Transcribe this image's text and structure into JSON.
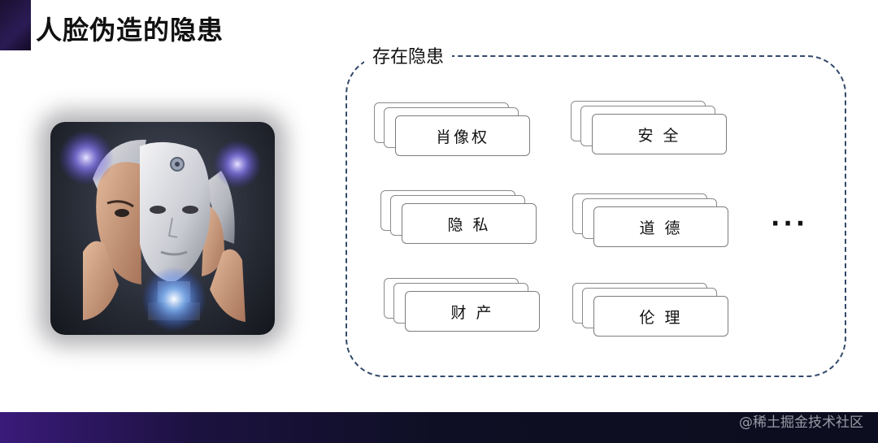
{
  "title": "人脸伪造的隐患",
  "frame_label": "存在隐患",
  "cards": [
    {
      "label": "肖像权"
    },
    {
      "label": "安 全"
    },
    {
      "label": "隐 私"
    },
    {
      "label": "道 德"
    },
    {
      "label": "财 产"
    },
    {
      "label": "伦 理"
    }
  ],
  "ellipsis": "···",
  "watermark": "@稀土掘金技术社区",
  "colors": {
    "frame_border": "#334a6b",
    "card_border": "#8a8a8a",
    "footer_dark": "#0e0f24",
    "footer_accent": "#3a1a7a",
    "title_bar": "#2b1b55"
  },
  "image": {
    "description_icon": "robot-face-photo"
  }
}
